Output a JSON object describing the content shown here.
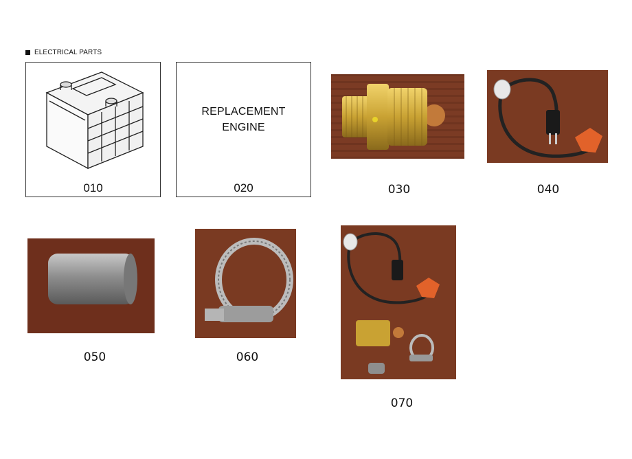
{
  "section": {
    "title": "ELECTRICAL PARTS"
  },
  "parts": [
    {
      "number": "010",
      "kind": "battery drawing"
    },
    {
      "number": "020",
      "label": "REPLACEMENT\nENGINE",
      "label_line1": "REPLACEMENT",
      "label_line2": "ENGINE"
    },
    {
      "number": "030",
      "kind": "brass fitting photo"
    },
    {
      "number": "040",
      "kind": "heater cord photo"
    },
    {
      "number": "050",
      "kind": "metal sleeve photo"
    },
    {
      "number": "060",
      "kind": "hose clamp photo"
    },
    {
      "number": "070",
      "kind": "kit photo"
    }
  ],
  "icons": [
    "battery-icon",
    "brass-fitting-icon",
    "heater-cord-icon",
    "metal-sleeve-icon",
    "hose-clamp-icon",
    "heater-kit-icon"
  ],
  "colors": {
    "wood": "#7a3a22",
    "brass": "#c9a233",
    "orange": "#e2622a",
    "steel": "#9a9a9a"
  }
}
